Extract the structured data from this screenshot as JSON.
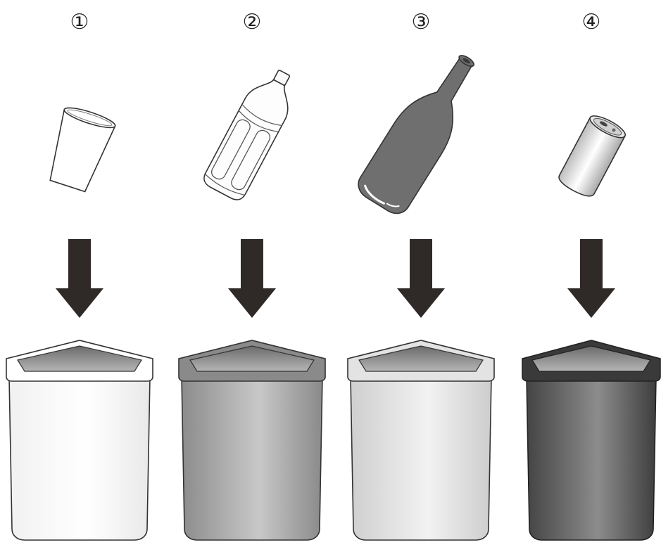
{
  "items": [
    {
      "number": "①",
      "object": "paper-cup",
      "bin_color": "#ffffff"
    },
    {
      "number": "②",
      "object": "plastic-bottle",
      "bin_color": "#9a9a9a"
    },
    {
      "number": "③",
      "object": "glass-bottle",
      "bin_color": "#d4d4d4"
    },
    {
      "number": "④",
      "object": "can",
      "bin_color": "#555555"
    }
  ],
  "colors": {
    "arrow": "#2f2a28",
    "outline": "#333333"
  }
}
